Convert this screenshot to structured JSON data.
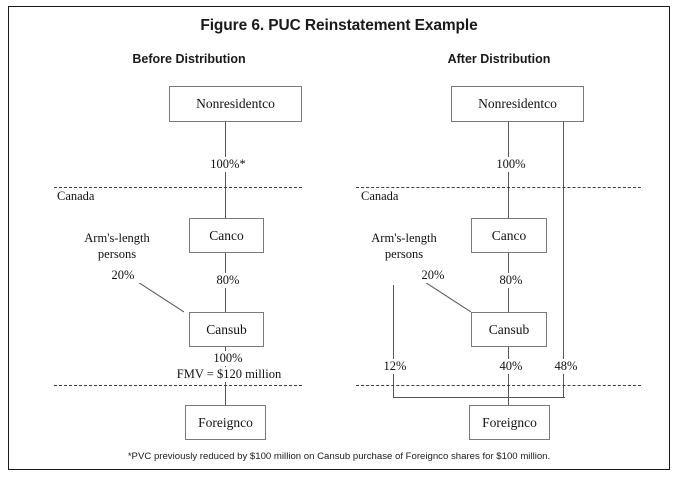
{
  "figure": {
    "title": "Figure 6. PUC Reinstatement Example",
    "footnote": "*PVC previously reduced by $100 million on Cansub purchase of Foreignco shares for $100 million."
  },
  "panels": {
    "before": {
      "heading": "Before Distribution",
      "entities": {
        "nonresidentco": "Nonresidentco",
        "canco": "Canco",
        "cansub": "Cansub",
        "foreignco": "Foreignco"
      },
      "border_labels": {
        "canada": "Canada"
      },
      "notes": {
        "arms_length": "Arm's-length\npersons",
        "arms_length_line1": "Arm's-length",
        "arms_length_line2": "persons",
        "fmv": "FMV = $120 million"
      },
      "edges": [
        {
          "from": "nonresidentco",
          "to": "canco",
          "label": "100%*"
        },
        {
          "from": "canco",
          "to": "cansub",
          "label": "80%"
        },
        {
          "from": "arms_length",
          "to": "cansub",
          "label": "20%"
        },
        {
          "from": "cansub",
          "to": "foreignco",
          "label": "100%"
        }
      ]
    },
    "after": {
      "heading": "After Distribution",
      "entities": {
        "nonresidentco": "Nonresidentco",
        "canco": "Canco",
        "cansub": "Cansub",
        "foreignco": "Foreignco"
      },
      "border_labels": {
        "canada": "Canada"
      },
      "notes": {
        "arms_length_line1": "Arm's-length",
        "arms_length_line2": "persons"
      },
      "edges": [
        {
          "from": "nonresidentco",
          "to": "canco",
          "label": "100%"
        },
        {
          "from": "canco",
          "to": "cansub",
          "label": "80%"
        },
        {
          "from": "arms_length",
          "to": "cansub",
          "label": "20%"
        },
        {
          "from": "arms_length",
          "to": "foreignco",
          "label": "12%"
        },
        {
          "from": "cansub",
          "to": "foreignco",
          "label": "40%"
        },
        {
          "from": "nonresidentco",
          "to": "foreignco",
          "label": "48%"
        }
      ]
    }
  },
  "colors": {
    "frame": "#1a1a1a",
    "box_border": "#7a7a7a",
    "edge": "#555555",
    "dashed_border": "#3d3d3d",
    "text": "#111111"
  }
}
